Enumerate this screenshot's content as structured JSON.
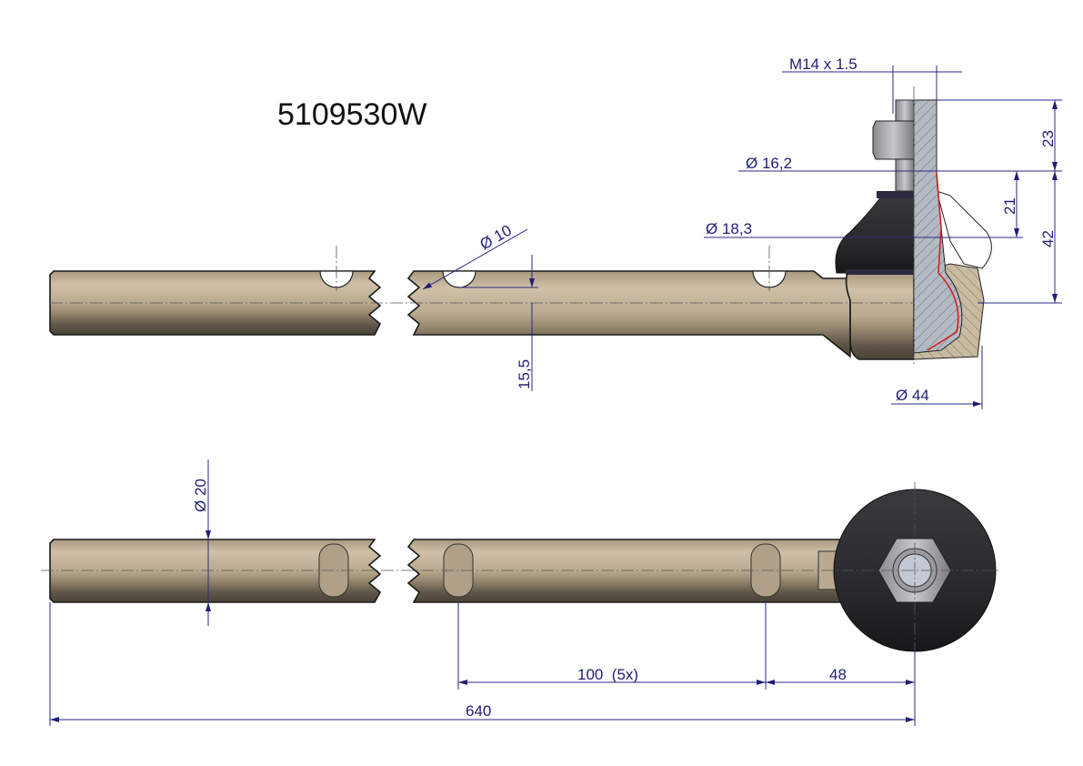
{
  "part_number": "5109530W",
  "dimensions": {
    "thread": "M14 x 1.5",
    "height_top": "23",
    "stud_diameter": "Ø 16,2",
    "taper_height": "21",
    "overall_height": "42",
    "taper_diameter": "Ø 18,3",
    "hole_diameter": "Ø 10",
    "hole_offset": "15,5",
    "socket_diameter": "Ø 44",
    "rod_diameter": "Ø 20",
    "hole_pitch": "100  (5x)",
    "end_distance": "48",
    "total_length": "640"
  },
  "colors": {
    "dimension": "#1f1f78",
    "rod": "#b8a88f",
    "boot": "#2b2b2e",
    "section_red": "#d42020"
  }
}
